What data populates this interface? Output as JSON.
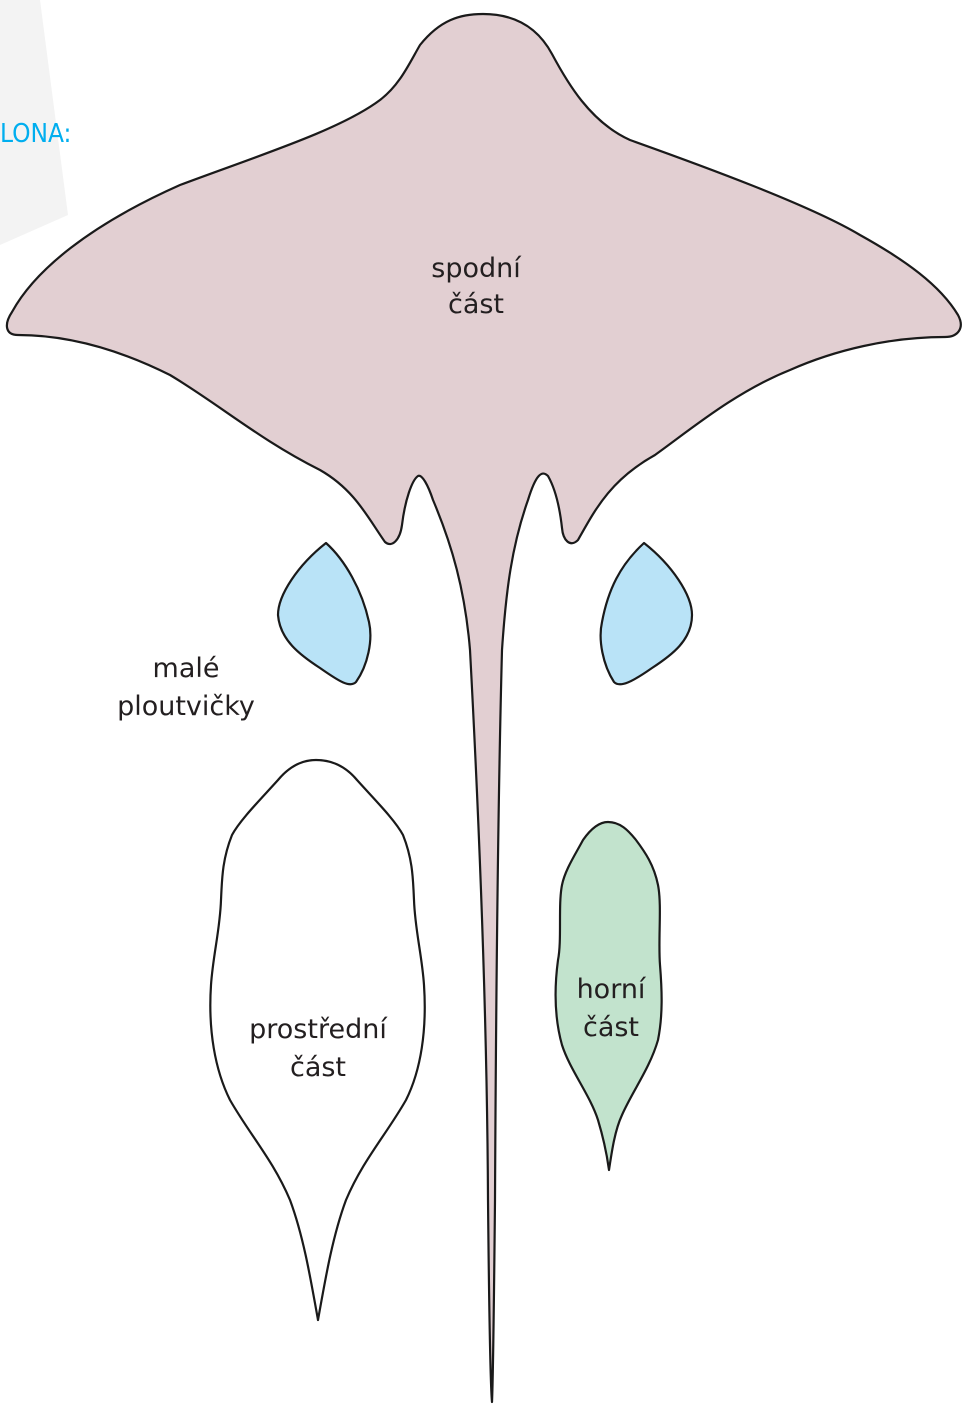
{
  "header": {
    "text": "LONA:"
  },
  "parts": {
    "bottom": {
      "line1": "spodní",
      "line2": "část",
      "color": "#e2cfd2"
    },
    "fins": {
      "line1": "malé",
      "line2": "ploutvičky",
      "color": "#b9e3f7"
    },
    "middle": {
      "line1": "prostřední",
      "line2": "část",
      "color": "#ffffff"
    },
    "top": {
      "line1": "horní",
      "line2": "část",
      "color": "#c2e3cd"
    }
  }
}
